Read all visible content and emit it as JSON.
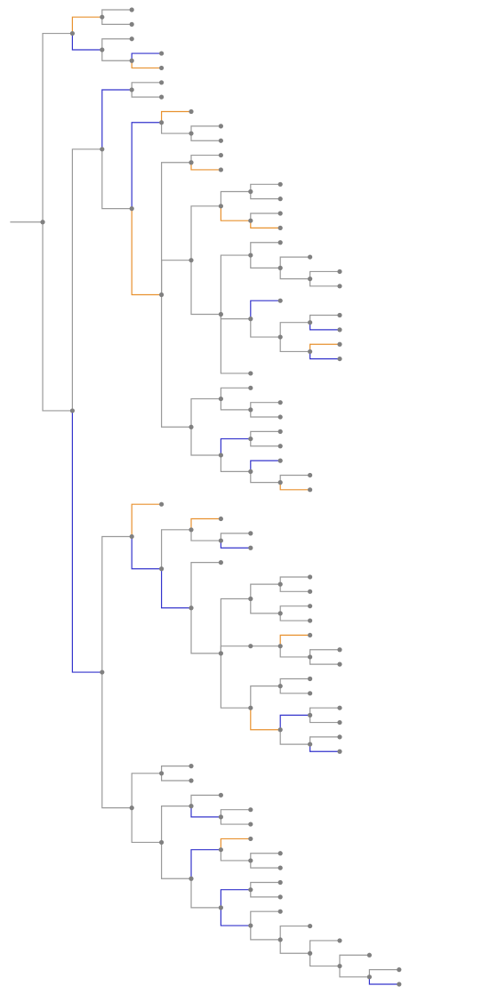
{
  "colors": {
    "gray": "#999999",
    "orange": "#E8912E",
    "blue": "#3333CC",
    "node": "#808080",
    "background": "#FFFFFF"
  },
  "tree": {
    "c": [
      {
        "c": [
          {
            "k": "o",
            "c": [
              {},
              {}
            ]
          },
          {
            "k": "b",
            "c": [
              {},
              {
                "c": [
                  {
                    "k": "b"
                  },
                  {
                    "k": "o"
                  }
                ]
              }
            ]
          }
        ]
      },
      {
        "c": [
          {
            "c": [
              {
                "k": "b",
                "c": [
                  {},
                  {}
                ]
              },
              {
                "c": [
                  {
                    "k": "b",
                    "c": [
                      {
                        "k": "o"
                      },
                      {
                        "c": [
                          {},
                          {}
                        ]
                      }
                    ]
                  },
                  {
                    "k": "o",
                    "c": [
                      {
                        "c": [
                          {},
                          {
                            "k": "o"
                          }
                        ]
                      },
                      {
                        "c": [
                          {
                            "c": [
                              {
                                "c": [
                                  {},
                                  {}
                                ]
                              },
                              {
                                "k": "o",
                                "c": [
                                  {},
                                  {
                                    "k": "o"
                                  }
                                ]
                              }
                            ]
                          },
                          {
                            "c": [
                              {
                                "c": [
                                  {},
                                  {
                                    "c": [
                                      {},
                                      {
                                        "c": [
                                          {},
                                          {}
                                        ]
                                      }
                                    ]
                                  }
                                ]
                              },
                              {
                                "c": [
                                  {
                                    "k": "b"
                                  },
                                  {
                                    "c": [
                                      {
                                        "c": [
                                          {},
                                          {
                                            "k": "b"
                                          }
                                        ]
                                      },
                                      {
                                        "c": [
                                          {
                                            "k": "o"
                                          },
                                          {
                                            "k": "b"
                                          }
                                        ]
                                      }
                                    ]
                                  }
                                ]
                              },
                              {}
                            ]
                          }
                        ]
                      },
                      {
                        "c": [
                          {
                            "c": [
                              {},
                              {
                                "c": [
                                  {},
                                  {}
                                ]
                              }
                            ]
                          },
                          {
                            "c": [
                              {
                                "k": "b",
                                "c": [
                                  {},
                                  {}
                                ]
                              },
                              {
                                "c": [
                                  {
                                    "k": "b"
                                  },
                                  {
                                    "c": [
                                      {},
                                      {
                                        "k": "o"
                                      }
                                    ]
                                  }
                                ]
                              }
                            ]
                          }
                        ]
                      }
                    ]
                  }
                ]
              }
            ]
          },
          {
            "k": "b",
            "c": [
              {
                "c": [
                  {
                    "k": "o"
                  },
                  {
                    "k": "b",
                    "c": [
                      {
                        "c": [
                          {
                            "k": "o"
                          },
                          {
                            "c": [
                              {},
                              {
                                "k": "b"
                              }
                            ]
                          }
                        ]
                      },
                      {
                        "k": "b",
                        "c": [
                          {},
                          {
                            "c": [
                              {
                                "c": [
                                  {
                                    "c": [
                                      {},
                                      {}
                                    ]
                                  },
                                  {
                                    "c": [
                                      {},
                                      {}
                                    ]
                                  }
                                ]
                              },
                              {
                                "c": [
                                  {
                                    "c": [
                                      {
                                        "k": "o"
                                      },
                                      {
                                        "c": [
                                          {},
                                          {}
                                        ]
                                      }
                                    ]
                                  }
                                ]
                              },
                              {
                                "c": [
                                  {
                                    "c": [
                                      {},
                                      {}
                                    ]
                                  },
                                  {
                                    "k": "o",
                                    "c": [
                                      {
                                        "k": "b",
                                        "c": [
                                          {},
                                          {}
                                        ]
                                      },
                                      {
                                        "c": [
                                          {},
                                          {
                                            "k": "b"
                                          }
                                        ]
                                      }
                                    ]
                                  }
                                ]
                              }
                            ]
                          }
                        ]
                      }
                    ]
                  }
                ]
              },
              {
                "c": [
                  {
                    "c": [
                      {},
                      {}
                    ]
                  },
                  {
                    "c": [
                      {
                        "c": [
                          {},
                          {
                            "k": "b",
                            "c": [
                              {},
                              {}
                            ]
                          }
                        ]
                      },
                      {
                        "c": [
                          {
                            "k": "b",
                            "c": [
                              {
                                "k": "o"
                              },
                              {
                                "c": [
                                  {},
                                  {}
                                ]
                              }
                            ]
                          },
                          {
                            "c": [
                              {
                                "k": "b",
                                "c": [
                                  {},
                                  {}
                                ]
                              },
                              {
                                "k": "b",
                                "c": [
                                  {},
                                  {
                                    "c": [
                                      {},
                                      {
                                        "c": [
                                          {},
                                          {
                                            "c": [
                                              {},
                                              {
                                                "c": [
                                                  {},
                                                  {
                                                    "k": "b"
                                                  }
                                                ]
                                              }
                                            ]
                                          }
                                        ]
                                      }
                                    ]
                                  }
                                ]
                              }
                            ]
                          }
                        ]
                      }
                    ]
                  }
                ]
              }
            ]
          }
        ]
      }
    ]
  }
}
